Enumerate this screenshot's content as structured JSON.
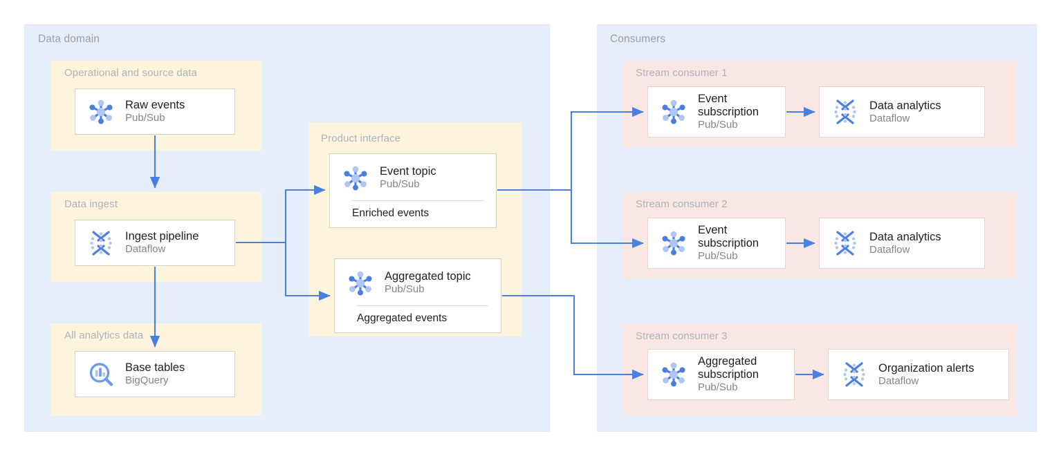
{
  "colors": {
    "panel_blue": "#e5eefa",
    "group_yellow": "#fdf4dd",
    "group_pink": "#f9e7e3",
    "arrow": "#4a7fe0",
    "card_bg": "#ffffff",
    "title_gray": "#9aa0a6",
    "text_dark": "#202124",
    "icon_blue_dark": "#4a7fe0",
    "icon_blue_light": "#aec6f5"
  },
  "panels": {
    "data_domain": {
      "title": "Data domain"
    },
    "consumers": {
      "title": "Consumers"
    }
  },
  "groups": {
    "operational": {
      "title": "Operational and source data"
    },
    "data_ingest": {
      "title": "Data ingest"
    },
    "all_analytics": {
      "title": "All analytics data"
    },
    "product_interface": {
      "title": "Product interface"
    },
    "stream_consumer_1": {
      "title": "Stream consumer 1"
    },
    "stream_consumer_2": {
      "title": "Stream consumer 2"
    },
    "stream_consumer_3": {
      "title": "Stream consumer 3"
    }
  },
  "cards": {
    "raw_events": {
      "title": "Raw events",
      "subtitle": "Pub/Sub",
      "icon": "pubsub-icon"
    },
    "ingest_pipeline": {
      "title": "Ingest pipeline",
      "subtitle": "Dataflow",
      "icon": "dataflow-icon"
    },
    "base_tables": {
      "title": "Base tables",
      "subtitle": "BigQuery",
      "icon": "bigquery-icon"
    },
    "event_topic": {
      "title": "Event topic",
      "subtitle": "Pub/Sub",
      "icon": "pubsub-icon",
      "footer": "Enriched events"
    },
    "aggregated_topic": {
      "title": "Aggregated topic",
      "subtitle": "Pub/Sub",
      "icon": "pubsub-icon",
      "footer": "Aggregated events"
    },
    "event_subscription_1": {
      "title": "Event subscription",
      "subtitle": "Pub/Sub",
      "icon": "pubsub-icon"
    },
    "data_analytics_1": {
      "title": "Data analytics",
      "subtitle": "Dataflow",
      "icon": "dataflow-icon"
    },
    "event_subscription_2": {
      "title": "Event subscription",
      "subtitle": "Pub/Sub",
      "icon": "pubsub-icon"
    },
    "data_analytics_2": {
      "title": "Data analytics",
      "subtitle": "Dataflow",
      "icon": "dataflow-icon"
    },
    "aggregated_subscription": {
      "title": "Aggregated subscription",
      "subtitle": "Pub/Sub",
      "icon": "pubsub-icon"
    },
    "organization_alerts": {
      "title": "Organization alerts",
      "subtitle": "Dataflow",
      "icon": "dataflow-icon"
    }
  },
  "connections": [
    {
      "name": "raw-events-to-ingest-pipeline",
      "from": "raw_events",
      "to": "ingest_pipeline"
    },
    {
      "name": "ingest-pipeline-to-base-tables",
      "from": "ingest_pipeline",
      "to": "base_tables"
    },
    {
      "name": "ingest-pipeline-to-event-topic",
      "from": "ingest_pipeline",
      "to": "event_topic"
    },
    {
      "name": "ingest-pipeline-to-aggregated-topic",
      "from": "ingest_pipeline",
      "to": "aggregated_topic"
    },
    {
      "name": "event-topic-to-event-subscription-1",
      "from": "event_topic",
      "to": "event_subscription_1"
    },
    {
      "name": "event-topic-to-event-subscription-2",
      "from": "event_topic",
      "to": "event_subscription_2"
    },
    {
      "name": "aggregated-topic-to-aggregated-subscription",
      "from": "aggregated_topic",
      "to": "aggregated_subscription"
    },
    {
      "name": "event-subscription-1-to-data-analytics-1",
      "from": "event_subscription_1",
      "to": "data_analytics_1"
    },
    {
      "name": "event-subscription-2-to-data-analytics-2",
      "from": "event_subscription_2",
      "to": "data_analytics_2"
    },
    {
      "name": "aggregated-subscription-to-organization-alerts",
      "from": "aggregated_subscription",
      "to": "organization_alerts"
    }
  ]
}
